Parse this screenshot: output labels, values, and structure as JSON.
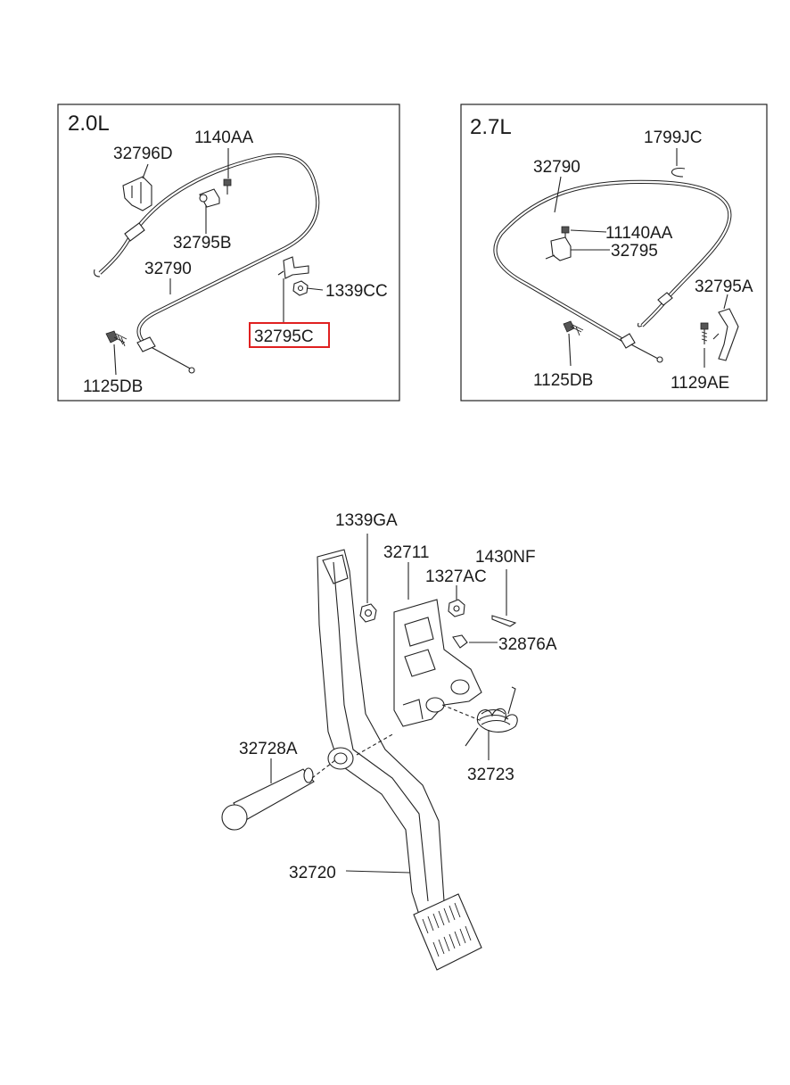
{
  "panels": {
    "left": {
      "engine": "2.0L",
      "labels": {
        "p32796D": "32796D",
        "p1140AA": "1140AA",
        "p32795B": "32795B",
        "p32790": "32790",
        "p1339CC": "1339CC",
        "p32795C": "32795C",
        "p1125DB": "1125DB"
      },
      "highlighted": "32795C",
      "highlight_color": "#e02020"
    },
    "right": {
      "engine": "2.7L",
      "labels": {
        "p1799JC": "1799JC",
        "p32790": "32790",
        "p11140AA": "11140AA",
        "p32795": "32795",
        "p32795A": "32795A",
        "p1125DB": "1125DB",
        "p1129AE": "1129AE"
      }
    }
  },
  "pedal": {
    "labels": {
      "p1339GA": "1339GA",
      "p32711": "32711",
      "p1430NF": "1430NF",
      "p1327AC": "1327AC",
      "p32876A": "32876A",
      "p32728A": "32728A",
      "p32723": "32723",
      "p32720": "32720"
    }
  },
  "icons": [
    "bolt-icon",
    "nut-icon",
    "clip-icon",
    "spring-icon",
    "pin-icon",
    "cable-icon",
    "bracket-icon"
  ]
}
